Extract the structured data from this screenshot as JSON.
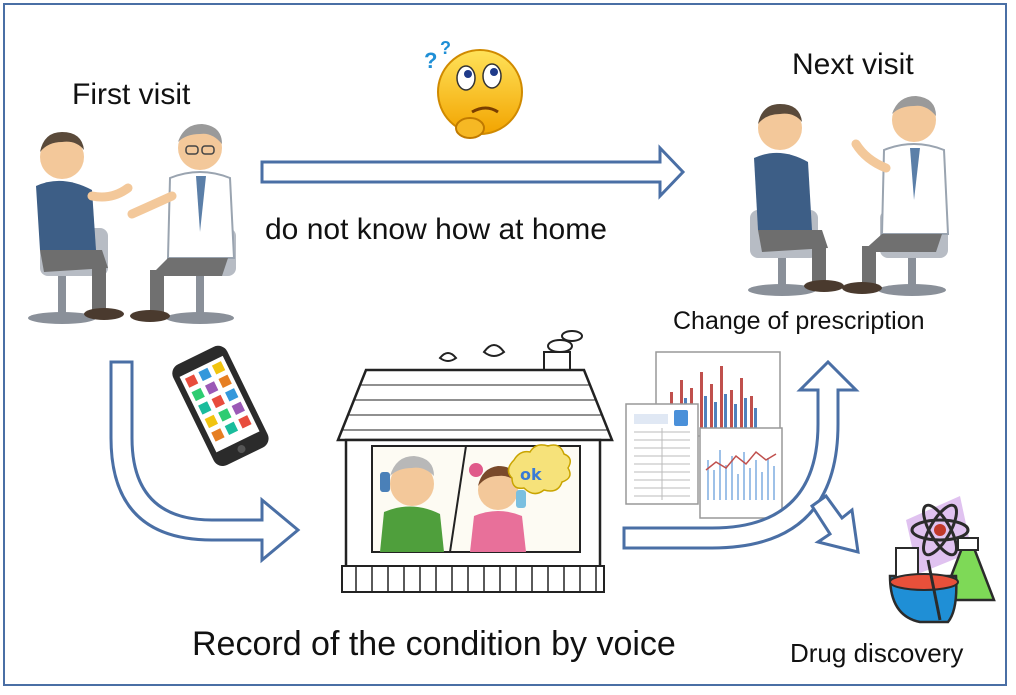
{
  "labels": {
    "first_visit": "First visit",
    "next_visit": "Next visit",
    "do_not_know": "do not know how at home",
    "change_prescription": "Change of prescription",
    "record_voice": "Record of the condition by voice",
    "drug_discovery": "Drug discovery"
  },
  "icons": [
    "patient-doctor-consultation-illustration",
    "thinking-emoji-icon",
    "smartphone-icon",
    "house-illustration",
    "data-report-charts-illustration",
    "science-lab-flask-icon"
  ],
  "colors": {
    "arrow_outline": "#4a6fa5",
    "frame": "#4a6fa5",
    "emoji_face": "#f7c21b"
  }
}
